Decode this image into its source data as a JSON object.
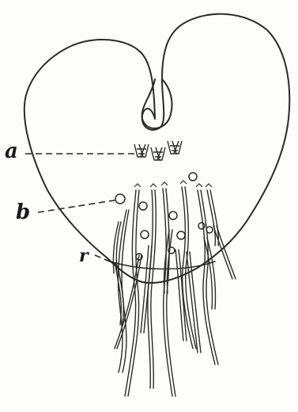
{
  "figure": {
    "labels": {
      "a": "a",
      "b": "b",
      "r": "r"
    },
    "colors": {
      "ink": "#2a2a2a",
      "paper": "#fdfdfb"
    }
  }
}
